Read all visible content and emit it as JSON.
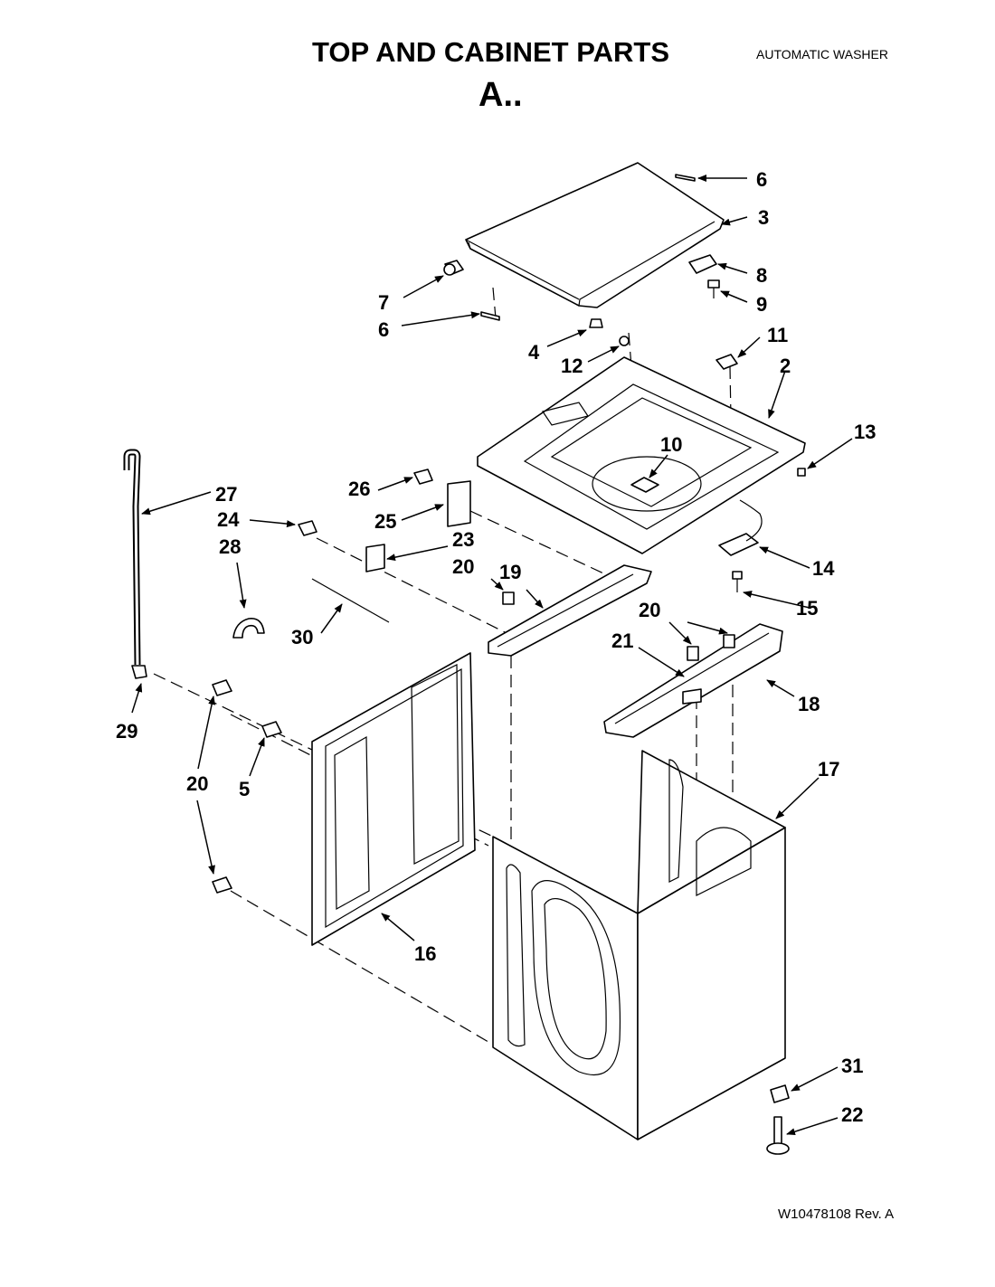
{
  "header": {
    "title": "TOP AND CABINET PARTS",
    "subtitle": "A..",
    "product": "AUTOMATIC WASHER"
  },
  "footer": {
    "document_number": "W10478108 Rev. A"
  },
  "callouts": [
    {
      "id": "c6a",
      "label": "6"
    },
    {
      "id": "c3",
      "label": "3"
    },
    {
      "id": "c8",
      "label": "8"
    },
    {
      "id": "c9",
      "label": "9"
    },
    {
      "id": "c7",
      "label": "7"
    },
    {
      "id": "c6b",
      "label": "6"
    },
    {
      "id": "c4",
      "label": "4"
    },
    {
      "id": "c12",
      "label": "12"
    },
    {
      "id": "c11",
      "label": "11"
    },
    {
      "id": "c2",
      "label": "2"
    },
    {
      "id": "c13",
      "label": "13"
    },
    {
      "id": "c10",
      "label": "10"
    },
    {
      "id": "c27",
      "label": "27"
    },
    {
      "id": "c26",
      "label": "26"
    },
    {
      "id": "c24",
      "label": "24"
    },
    {
      "id": "c25",
      "label": "25"
    },
    {
      "id": "c28",
      "label": "28"
    },
    {
      "id": "c23",
      "label": "23"
    },
    {
      "id": "c20a",
      "label": "20"
    },
    {
      "id": "c19",
      "label": "19"
    },
    {
      "id": "c14",
      "label": "14"
    },
    {
      "id": "c15",
      "label": "15"
    },
    {
      "id": "c30",
      "label": "30"
    },
    {
      "id": "c20b",
      "label": "20"
    },
    {
      "id": "c21",
      "label": "21"
    },
    {
      "id": "c18",
      "label": "18"
    },
    {
      "id": "c29",
      "label": "29"
    },
    {
      "id": "c17",
      "label": "17"
    },
    {
      "id": "c20c",
      "label": "20"
    },
    {
      "id": "c5",
      "label": "5"
    },
    {
      "id": "c16",
      "label": "16"
    },
    {
      "id": "c31",
      "label": "31"
    },
    {
      "id": "c22",
      "label": "22"
    }
  ]
}
